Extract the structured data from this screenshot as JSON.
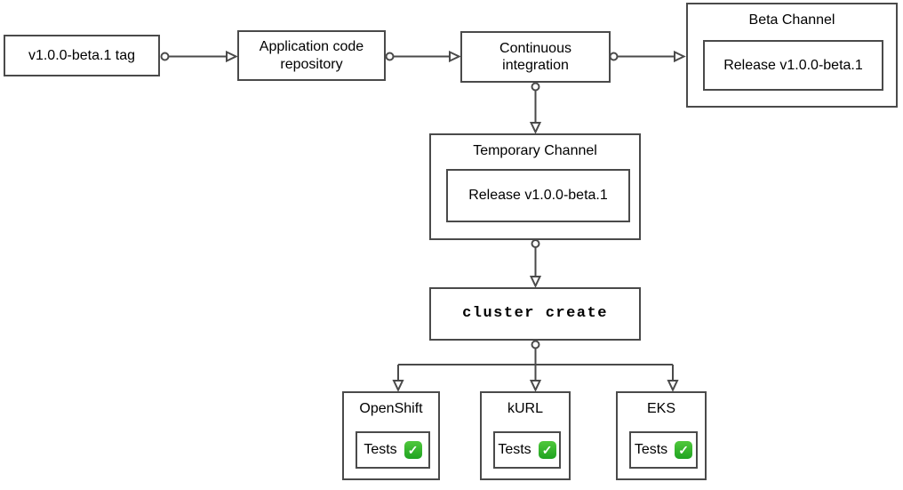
{
  "diagram": {
    "nodes": {
      "tag": {
        "label": "v1.0.0-beta.1 tag"
      },
      "app_repo": {
        "label": "Application code repository"
      },
      "ci": {
        "label": "Continuous integration"
      },
      "beta_channel": {
        "title": "Beta Channel",
        "release": "Release v1.0.0-beta.1"
      },
      "temp_channel": {
        "title": "Temporary Channel",
        "release": "Release v1.0.0-beta.1"
      },
      "cluster_create": {
        "label": "cluster create"
      }
    },
    "platforms": [
      {
        "name": "OpenShift",
        "tests_label": "Tests",
        "status": "passed"
      },
      {
        "name": "kURL",
        "tests_label": "Tests",
        "status": "passed"
      },
      {
        "name": "EKS",
        "tests_label": "Tests",
        "status": "passed"
      }
    ],
    "icons": {
      "check_glyph": "✓",
      "check_name": "check-passed-icon"
    },
    "colors": {
      "background": "#ffffff",
      "stroke": "#4a4a4a",
      "check_green_top": "#50c83c",
      "check_green_bottom": "#1fa321",
      "check_glyph_color": "#ffffff"
    }
  }
}
